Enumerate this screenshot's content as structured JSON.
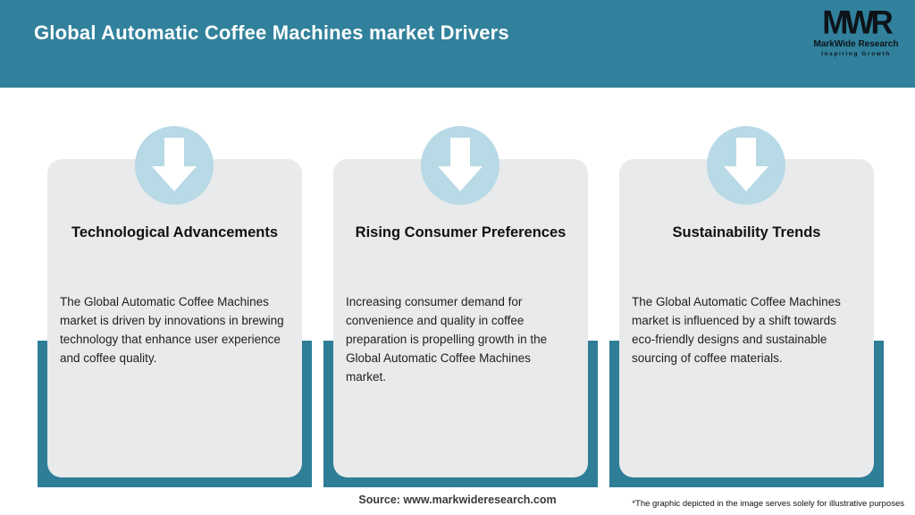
{
  "header": {
    "title": "Global Automatic Coffee Machines market Drivers"
  },
  "logo": {
    "monogram": "MWR",
    "name": "MarkWide Research",
    "tagline": "Inspiring Growth"
  },
  "cards": [
    {
      "icon": "down-arrow-icon",
      "title": "Technological Advancements",
      "body": "The Global Automatic Coffee Machines market is driven by innovations in brewing technology that enhance user experience and coffee quality."
    },
    {
      "icon": "down-arrow-icon",
      "title": "Rising Consumer Preferences",
      "body": "Increasing consumer demand for convenience and quality in coffee preparation is propelling growth in the Global Automatic Coffee Machines market."
    },
    {
      "icon": "down-arrow-icon",
      "title": "Sustainability Trends",
      "body": "The Global Automatic Coffee Machines market is influenced by a shift towards eco-friendly designs and sustainable sourcing of coffee materials."
    }
  ],
  "footer": {
    "source": "Source: www.markwideresearch.com",
    "disclaimer": "*The graphic depicted in the image serves solely for illustrative purposes"
  },
  "colors": {
    "header_bg": "#31819c",
    "accent_bar": "#2e7e98",
    "icon_circle_bg": "#b8d9e6",
    "icon_arrow": "#ffffff",
    "card_bg": "#e9eaeb",
    "title_text": "#ffffff",
    "heading_text": "#111111",
    "body_text": "#1f1f1f"
  }
}
